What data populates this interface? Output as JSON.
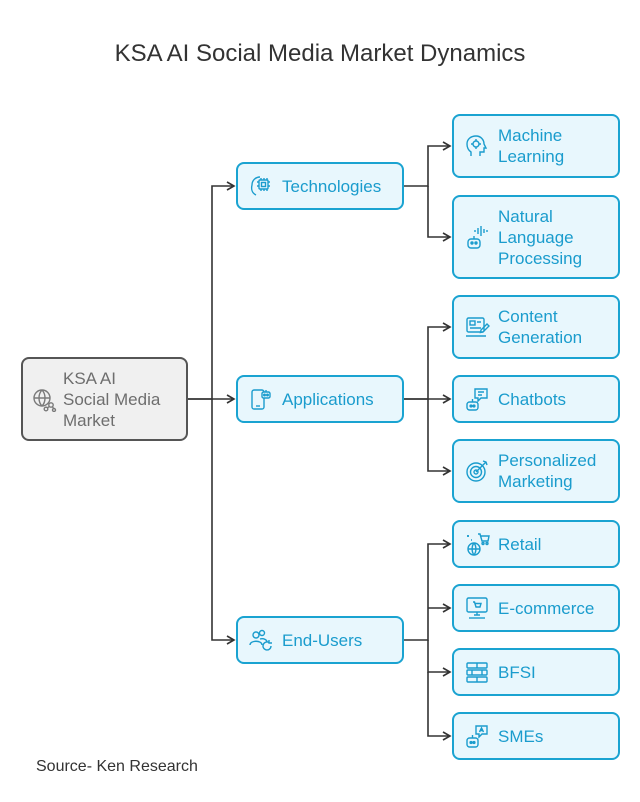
{
  "title": "KSA AI Social Media Market Dynamics",
  "source": "Source- Ken Research",
  "colors": {
    "accent": "#1aa3d1",
    "accent_fill": "#e8f7fd",
    "root_border": "#555555",
    "root_fill": "#f0f0f0",
    "line": "#333333"
  },
  "root": {
    "label_lines": [
      "KSA AI",
      "Social Media",
      "Market"
    ],
    "icon": "globe-network-icon"
  },
  "branches": [
    {
      "label": "Technologies",
      "icon": "brain-chip-icon",
      "children": [
        {
          "label_lines": [
            "Machine",
            "Learning"
          ],
          "icon": "head-gear-icon"
        },
        {
          "label_lines": [
            "Natural",
            "Language",
            "Processing"
          ],
          "icon": "robot-soundwave-icon"
        }
      ]
    },
    {
      "label": "Applications",
      "icon": "phone-bot-icon",
      "children": [
        {
          "label_lines": [
            "Content",
            "Generation"
          ],
          "icon": "document-edit-icon"
        },
        {
          "label_lines": [
            "Chatbots"
          ],
          "icon": "chat-robot-icon"
        },
        {
          "label_lines": [
            "Personalized",
            "Marketing"
          ],
          "icon": "target-icon"
        }
      ]
    },
    {
      "label": "End-Users",
      "icon": "users-refresh-icon",
      "children": [
        {
          "label_lines": [
            "Retail"
          ],
          "icon": "shopping-cart-icon"
        },
        {
          "label_lines": [
            "E-commerce"
          ],
          "icon": "monitor-cart-icon"
        },
        {
          "label_lines": [
            "BFSI"
          ],
          "icon": "bank-icon"
        },
        {
          "label_lines": [
            "SMEs"
          ],
          "icon": "robot-question-icon"
        }
      ]
    }
  ]
}
